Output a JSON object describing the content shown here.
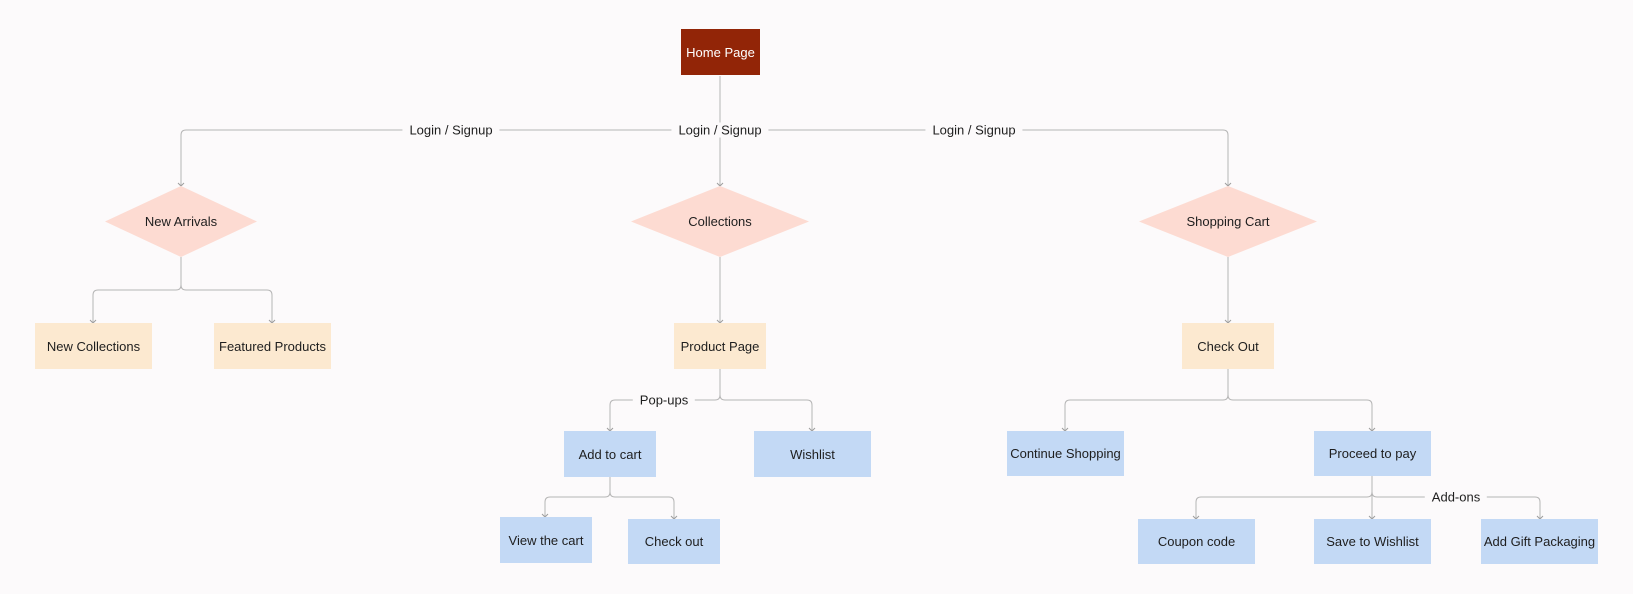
{
  "colors": {
    "background": "#fcfafb",
    "root_fill": "#922507",
    "decision_fill": "#fddbd2",
    "section_fill": "#fce9d0",
    "action_fill": "#c3d9f5",
    "connector": "#b5b5b5"
  },
  "nodes": {
    "home": "Home Page",
    "new_arrivals": "New Arrivals",
    "collections": "Collections",
    "shopping_cart": "Shopping Cart",
    "new_collections": "New Collections",
    "featured_products": "Featured Products",
    "product_page": "Product Page",
    "check_out_main": "Check Out",
    "add_to_cart": "Add to cart",
    "wishlist": "Wishlist",
    "continue_shopping": "Continue Shopping",
    "proceed_to_pay": "Proceed to pay",
    "view_the_cart": "View the cart",
    "check_out_sub": "Check out",
    "coupon_code": "Coupon code",
    "save_to_wishlist": "Save to Wishlist",
    "add_gift_packaging": "Add Gift Packaging"
  },
  "edge_labels": {
    "login_left": "Login / Signup",
    "login_center": "Login / Signup",
    "login_right": "Login / Signup",
    "popups": "Pop-ups",
    "addons": "Add-ons"
  }
}
